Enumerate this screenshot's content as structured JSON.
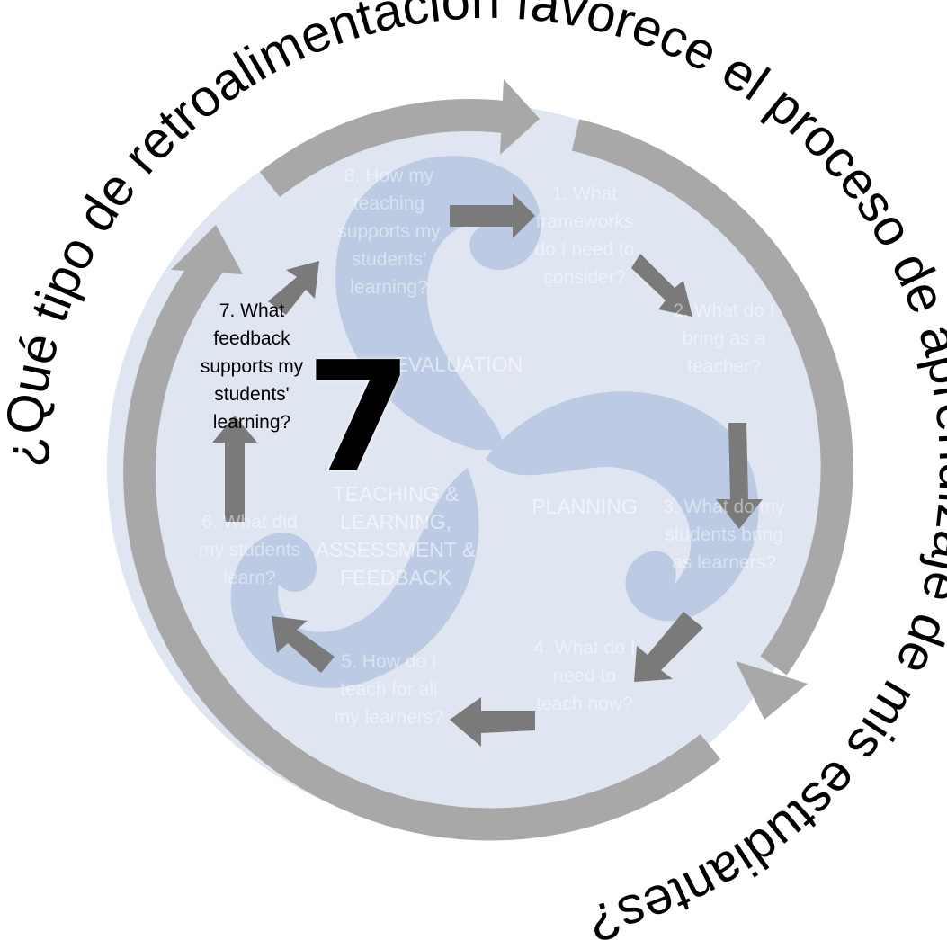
{
  "title_arc": "¿Qué tipo de retroalimentación favorece el proceso de aprendizaje de mis estudiantes?",
  "step_number": "7",
  "stages": {
    "evaluation": "EVALUATION",
    "planning": "PLANNING",
    "teaching": "TEACHING & LEARNING, ASSESSMENT & FEEDBACK"
  },
  "questions": [
    "1. What frameworks do I need to consider?",
    "2. What do I bring as a teacher?",
    "3. What do my students bring as learners?",
    "4. What do I need to teach now?",
    "5. How do I teach for all my learners?",
    "6. What did my students learn?",
    "7. What feedback supports my students' learning?",
    "8. How my teaching supports my students' learning?"
  ],
  "colors": {
    "swirl": "#bccbe3",
    "outer_arrow": "#a8a8a8",
    "inner_arrow": "#7a7a7a",
    "active_text": "#000000"
  }
}
